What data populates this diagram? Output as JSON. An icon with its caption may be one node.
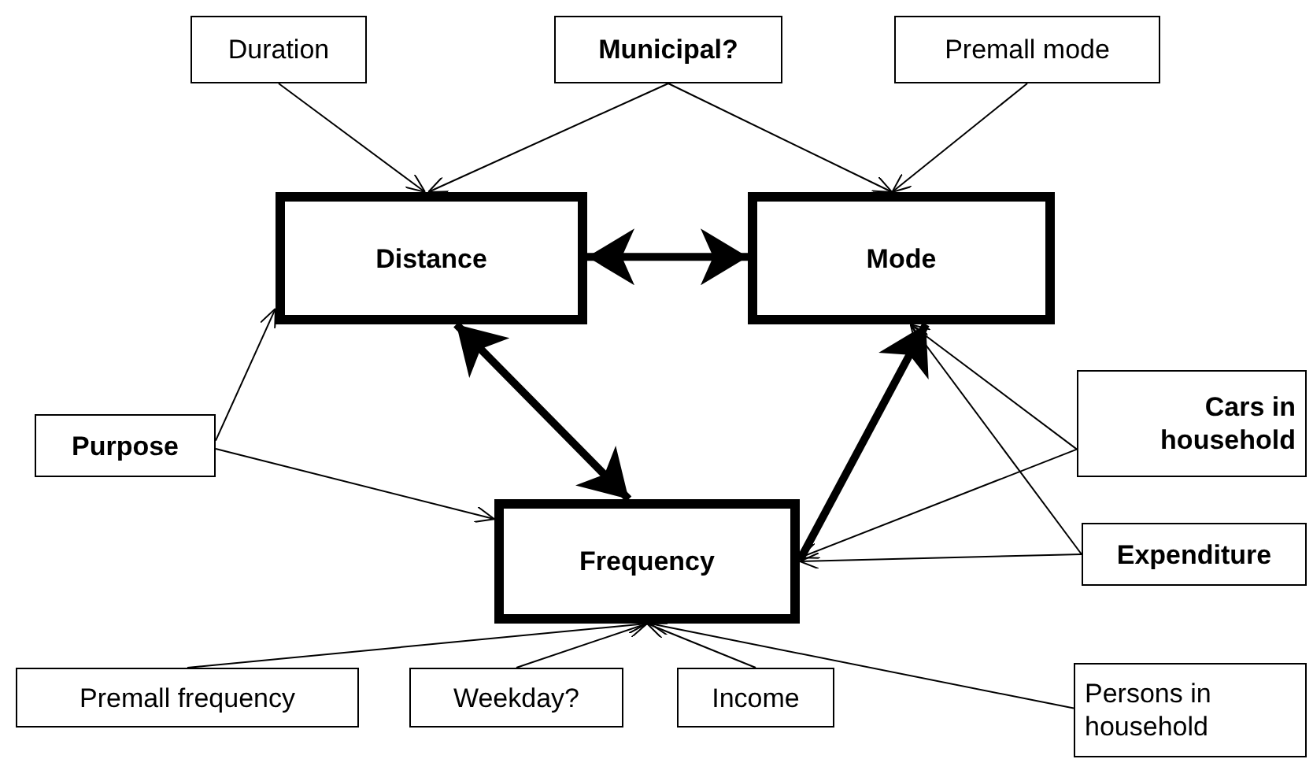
{
  "diagram": {
    "nodes": [
      {
        "text": [
          "Duration"
        ]
      },
      {
        "text": [
          "Municipal?"
        ]
      },
      {
        "text": [
          "Premall mode"
        ]
      },
      {
        "text": [
          "Distance"
        ]
      },
      {
        "text": [
          "Mode"
        ]
      },
      {
        "text": [
          "Purpose"
        ]
      },
      {
        "text": [
          "Frequency"
        ]
      },
      {
        "text": [
          "Cars in household"
        ]
      },
      {
        "text": [
          "Expenditure"
        ]
      },
      {
        "text": [
          "Premall frequency"
        ]
      },
      {
        "text": [
          "Weekday?"
        ]
      },
      {
        "text": [
          "Income"
        ]
      },
      {
        "text": [
          "Persons in household"
        ]
      }
    ],
    "edges": [
      {
        "from": 0,
        "to": 3,
        "arrow": "to"
      },
      {
        "from": 1,
        "to": 3,
        "arrow": "to"
      },
      {
        "from": 1,
        "to": 4,
        "arrow": "to"
      },
      {
        "from": 2,
        "to": 4,
        "arrow": "to"
      },
      {
        "from": 3,
        "to": 4,
        "arrow": "both",
        "style": "thick"
      },
      {
        "from": 3,
        "to": 6,
        "arrow": "both",
        "style": "thick"
      },
      {
        "from": 6,
        "to": 4,
        "arrow": "to",
        "style": "thick"
      },
      {
        "from": 5,
        "to": 3,
        "arrow": "to"
      },
      {
        "from": 5,
        "to": 6,
        "arrow": "to"
      },
      {
        "from": 7,
        "to": 4,
        "arrow": "to"
      },
      {
        "from": 8,
        "to": 4,
        "arrow": "to"
      },
      {
        "from": 7,
        "to": 6,
        "arrow": "to"
      },
      {
        "from": 8,
        "to": 6,
        "arrow": "to"
      },
      {
        "from": 9,
        "to": 6,
        "arrow": "to"
      },
      {
        "from": 10,
        "to": 6,
        "arrow": "to"
      },
      {
        "from": 11,
        "to": 6,
        "arrow": "to"
      },
      {
        "from": 12,
        "to": 6,
        "arrow": "to"
      }
    ]
  }
}
